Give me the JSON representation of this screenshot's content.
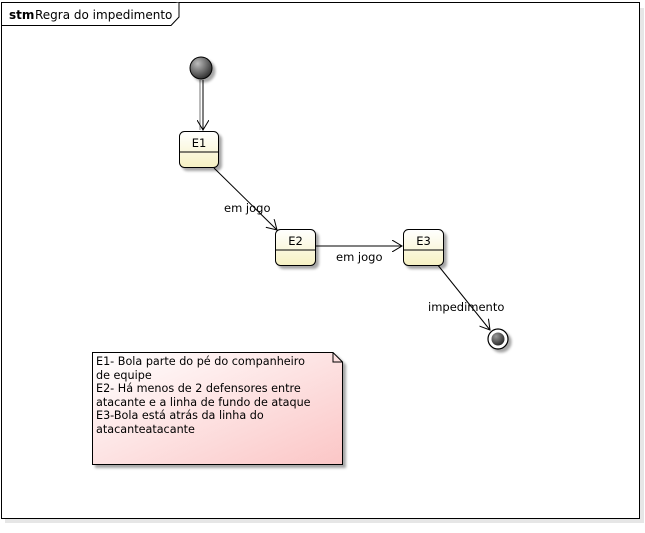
{
  "frame": {
    "keyword": "stm",
    "title": "Regra do impedimento"
  },
  "states": [
    {
      "id": "E1",
      "label": "E1"
    },
    {
      "id": "E2",
      "label": "E2"
    },
    {
      "id": "E3",
      "label": "E3"
    }
  ],
  "transitions": [
    {
      "from": "initial",
      "to": "E1",
      "label": ""
    },
    {
      "from": "E1",
      "to": "E2",
      "label": "em jogo"
    },
    {
      "from": "E2",
      "to": "E3",
      "label": "em jogo"
    },
    {
      "from": "E3",
      "to": "final",
      "label": "impedimento"
    }
  ],
  "note": {
    "lines": [
      "E1- Bola parte do pé do companheiro",
      "de equipe",
      "E2- Há menos de 2 defensores entre",
      "atacante e a linha de fundo de ataque",
      "E3-Bola está atrás da linha do",
      "atacanteatacante"
    ]
  },
  "colors": {
    "state_fill_top": "#ffffff",
    "state_fill_bottom": "#f6f1c2",
    "note_fill_top": "#ffffff",
    "note_fill_bottom": "#fcc9c9"
  }
}
